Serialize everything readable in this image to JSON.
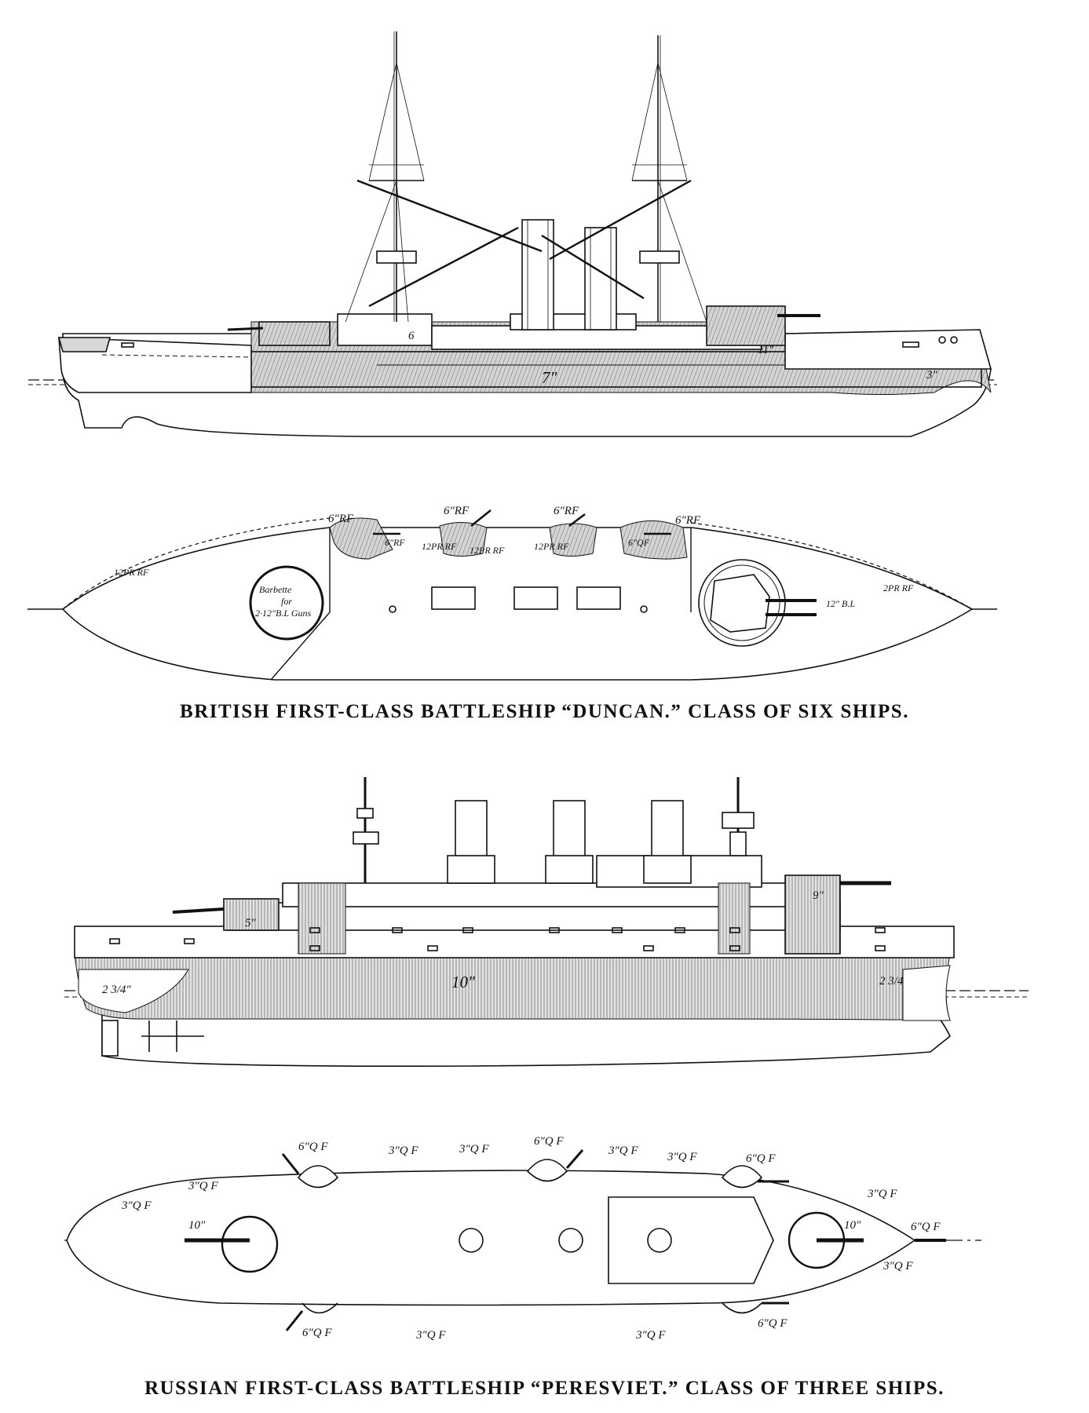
{
  "captions": {
    "duncan": "BRITISH FIRST-CLASS BATTLESHIP “DUNCAN.” CLASS OF SIX SHIPS.",
    "peresviet": "RUSSIAN FIRST-CLASS BATTLESHIP “PERESVIET.” CLASS OF THREE SHIPS."
  },
  "duncan_profile": {
    "belt": "7\"",
    "end_belt": "3\"",
    "battery": "6",
    "turret": "11\""
  },
  "duncan_plan": {
    "guns": {
      "g1": "6\"RF",
      "g2": "6\"RF",
      "g3": "6\"RF",
      "g4": "6\"RF",
      "g5": "6\"RF",
      "g6": "6\"QF",
      "s1": "12PR RF",
      "s2": "12PR RF",
      "s3": "12PR RF",
      "s4": "12PR RF",
      "s5": "2PR RF",
      "main": "12\" B.L"
    },
    "barbette_line1": "Barbette",
    "barbette_line2": "for",
    "barbette_line3": "2·12\"B.L Guns"
  },
  "peresviet_profile": {
    "belt": "10\"",
    "bow_armor": "2 3/4\"",
    "stern_armor": "2 3/4",
    "casemate_fwd": "5\"",
    "casemate_aft": "9\""
  },
  "peresviet_plan": {
    "top_row": [
      "6\"Q F",
      "3\"Q F",
      "3\"Q F",
      "6\"Q F",
      "3\"Q F",
      "3\"Q F",
      "6\"Q F"
    ],
    "bow_labels": [
      "3\"Q F",
      "3\"Q F"
    ],
    "stern_labels": [
      "3\"Q F",
      "6\"Q F",
      "3\"Q F"
    ],
    "bottom_row": [
      "6\"Q F",
      "3\"Q F",
      "3\"Q F",
      "6\"Q F"
    ],
    "fwd_gun": "10\"",
    "aft_gun": "10\""
  }
}
